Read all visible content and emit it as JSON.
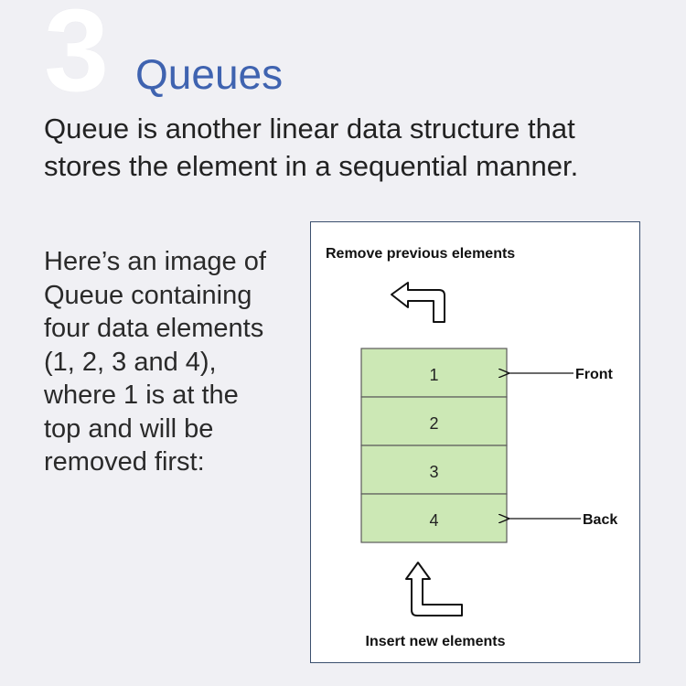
{
  "section": {
    "number": "3",
    "title": "Queues"
  },
  "intro_lines": [
    "Queue is another linear data structure that",
    "stores the element in a sequential manner."
  ],
  "description_lines": [
    "Here’s an image of",
    "Queue containing",
    "four data elements",
    "(1, 2, 3 and 4),",
    "where 1 is at the",
    "top and will be",
    "removed first:"
  ],
  "diagram": {
    "remove_label": "Remove previous elements",
    "insert_label": "Insert new elements",
    "front_label": "Front",
    "back_label": "Back",
    "elements": [
      "1",
      "2",
      "3",
      "4"
    ],
    "cell_color": "#cce8b5",
    "cell_border_color": "#5a5a5a",
    "icons": {
      "remove": "return-arrow-up-left-icon",
      "insert": "return-arrow-up-icon"
    }
  }
}
